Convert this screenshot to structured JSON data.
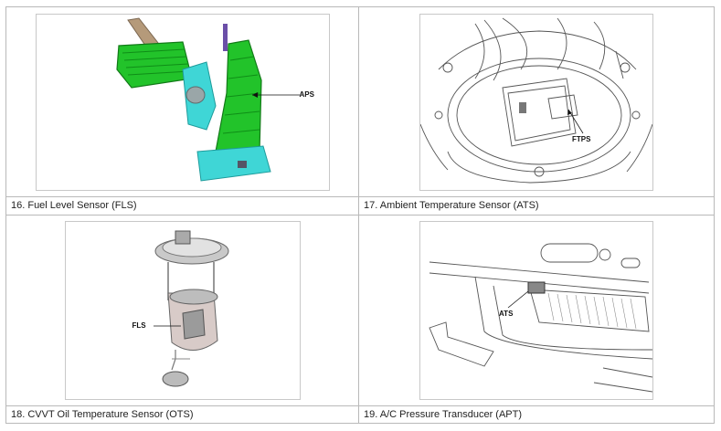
{
  "panels": [
    {
      "callout": "APS",
      "caption": "16. Fuel Level Sensor (FLS)"
    },
    {
      "callout": "FTPS",
      "caption": "17. Ambient Temperature Sensor (ATS)"
    },
    {
      "callout": "FLS",
      "caption": "18. CVVT Oil Temperature Sensor (OTS)"
    },
    {
      "callout": "ATS",
      "caption": "19. A/C Pressure Transducer (APT)"
    }
  ],
  "colors": {
    "pedal_green": "#22c32a",
    "pedal_cyan": "#3fd6d6",
    "line_gray": "#555555",
    "border": "#b9b9b9"
  }
}
